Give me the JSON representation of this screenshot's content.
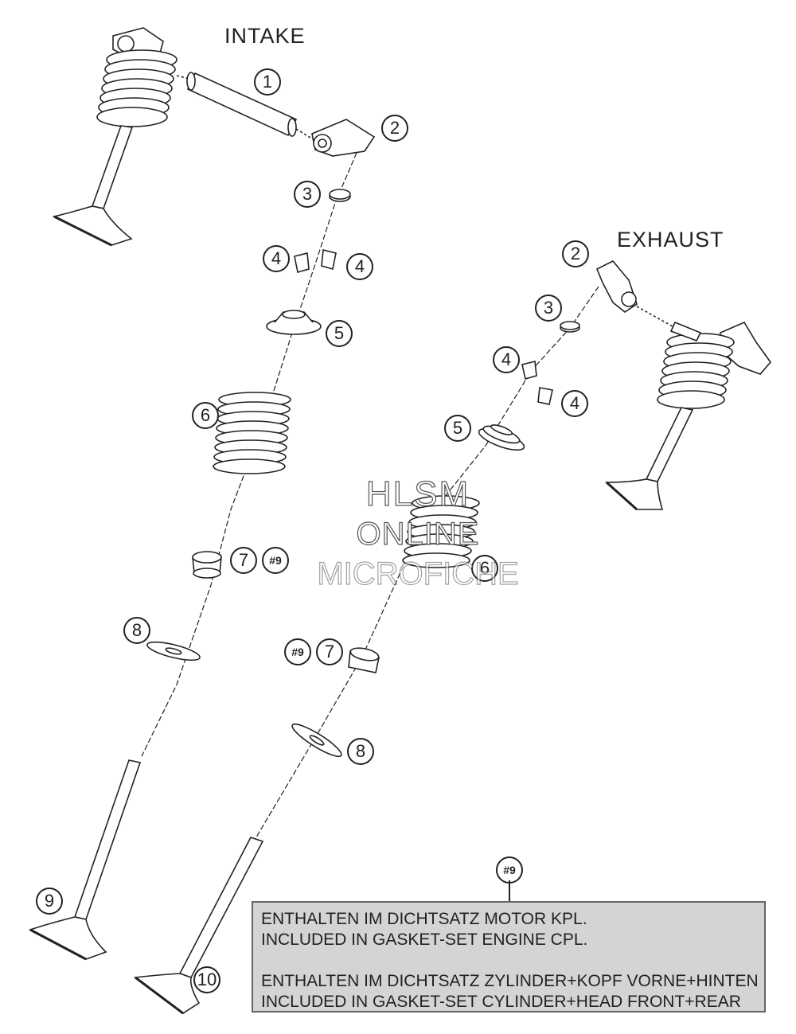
{
  "sections": {
    "intake_title": "INTAKE",
    "exhaust_title": "EXHAUST"
  },
  "callouts": {
    "n1": "1",
    "n2": "2",
    "n3": "3",
    "n4": "4",
    "n5": "5",
    "n6": "6",
    "n7": "7",
    "n8": "8",
    "n9": "9",
    "n10": "10",
    "ref9": "#9"
  },
  "watermark": {
    "line1": "HLSM",
    "line2": "ONLINE",
    "line3": "MICROFICHE"
  },
  "note": {
    "ref": "#9",
    "line1": "ENTHALTEN IM DICHTSATZ MOTOR KPL.",
    "line2": "INCLUDED IN GASKET-SET ENGINE CPL.",
    "line3": "ENTHALTEN IM DICHTSATZ ZYLINDER+KOPF VORNE+HINTEN",
    "line4": "INCLUDED IN GASKET-SET CYLINDER+HEAD FRONT+REAR"
  }
}
